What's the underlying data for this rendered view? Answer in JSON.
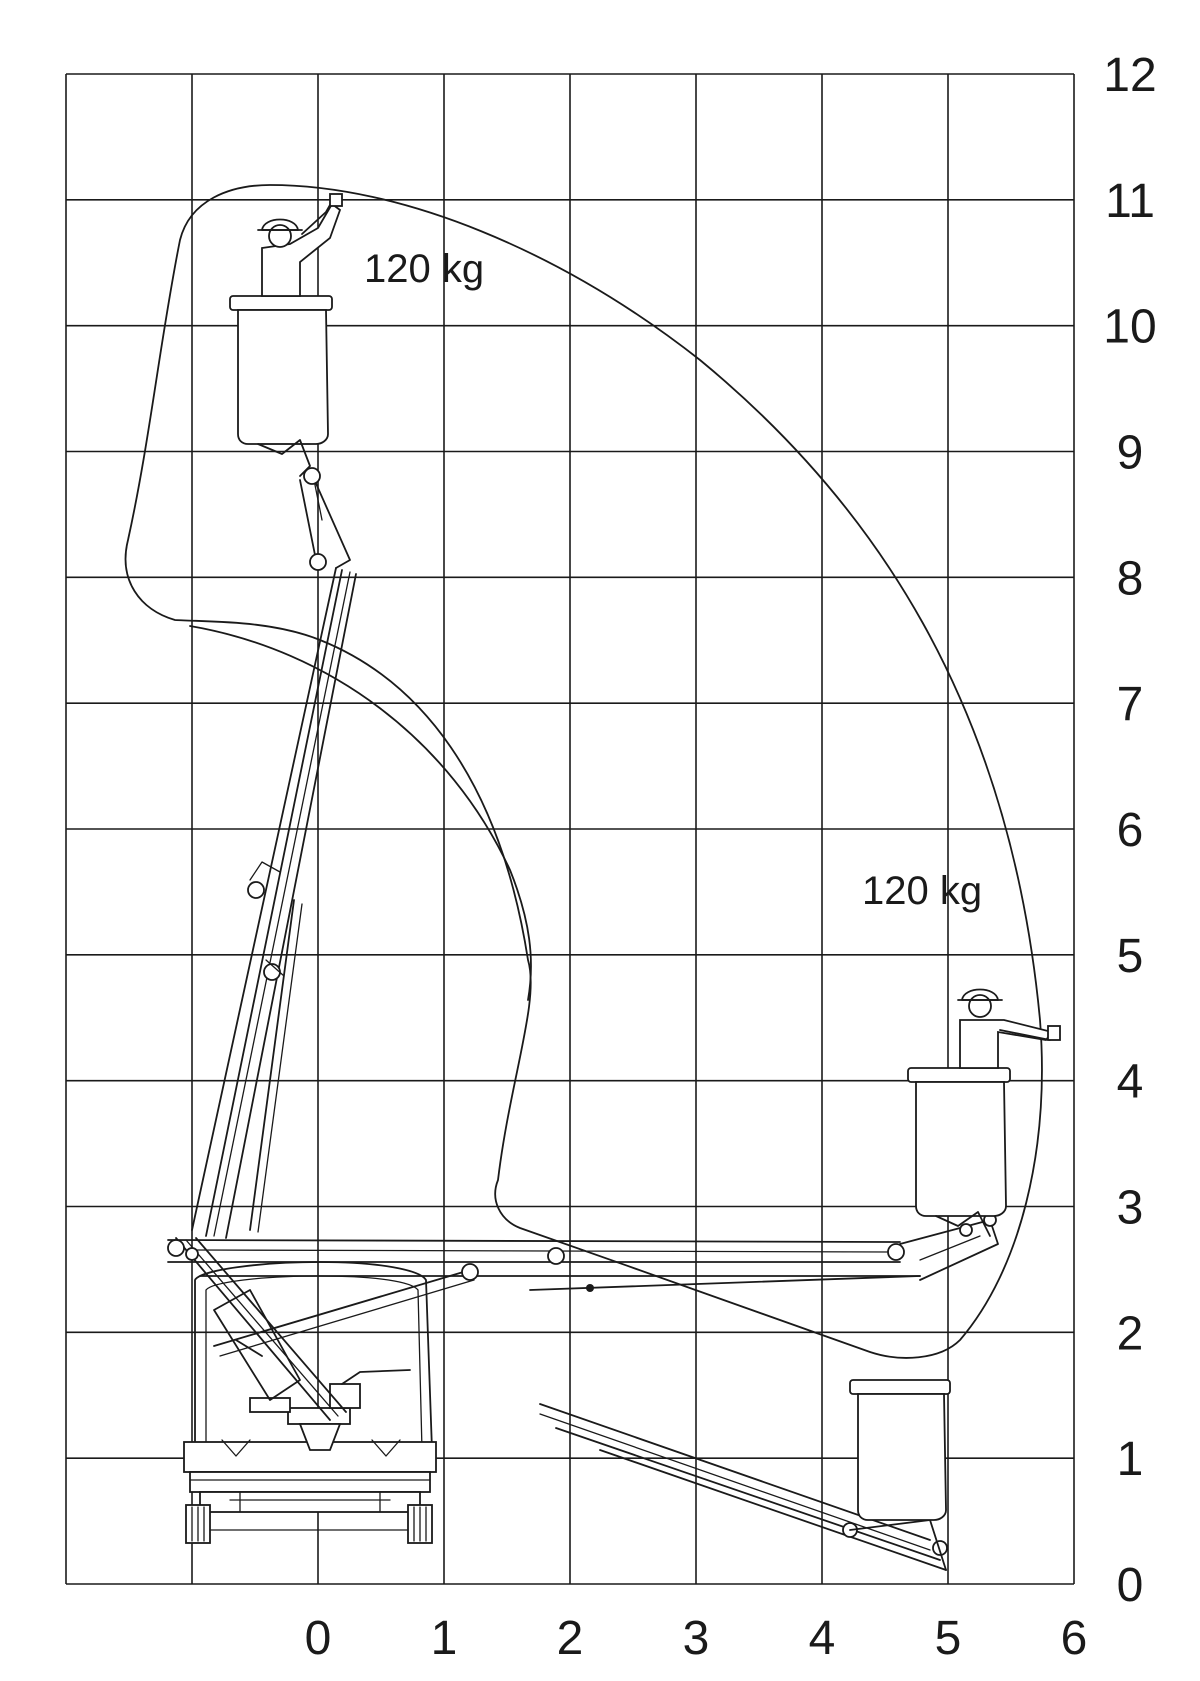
{
  "diagram": {
    "x_ticks": [
      "0",
      "1",
      "2",
      "3",
      "4",
      "5",
      "6"
    ],
    "y_ticks": [
      "0",
      "1",
      "2",
      "3",
      "4",
      "5",
      "6",
      "7",
      "8",
      "9",
      "10",
      "11",
      "12"
    ],
    "load_label_top": "120 kg",
    "load_label_right": "120 kg",
    "colors": {
      "ink": "#1a1a1a",
      "background": "#ffffff"
    },
    "icons": [
      "worker-icon",
      "basket-icon",
      "truck-icon",
      "boom-icon"
    ]
  }
}
